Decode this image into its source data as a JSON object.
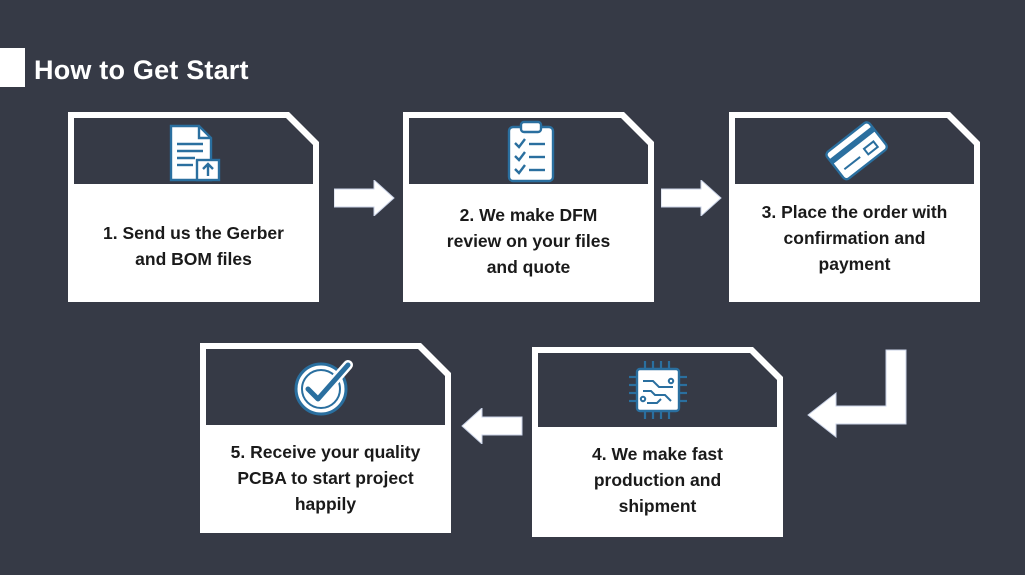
{
  "header": {
    "title": "How to Get Start"
  },
  "steps": [
    {
      "label": "1. Send us the Gerber and BOM files",
      "icon": "document-upload-icon"
    },
    {
      "label": "2. We make DFM review on your files and quote",
      "icon": "clipboard-checklist-icon"
    },
    {
      "label": "3. Place the order with confirmation and payment",
      "icon": "credit-card-icon"
    },
    {
      "label": "4. We make fast production and shipment",
      "icon": "microchip-icon"
    },
    {
      "label": "5. Receive your quality PCBA to start project happily",
      "icon": "check-circle-icon"
    }
  ],
  "colors": {
    "background": "#363a46",
    "card": "#ffffff",
    "icon": "#2a6f9f"
  }
}
